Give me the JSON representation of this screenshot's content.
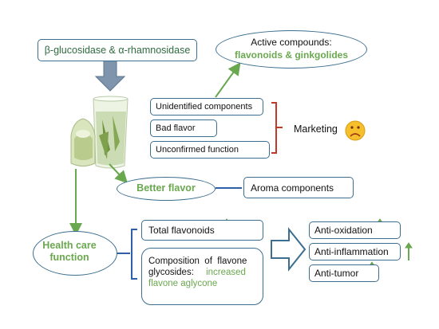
{
  "enzymes": "β-glucosidase & α-rhamnosidase",
  "active_compounds": {
    "line1": "Active compounds:",
    "line2": "flavonoids & ginkgolides"
  },
  "problems": [
    "Unidentified components",
    "Bad flavor",
    "Unconfirmed function"
  ],
  "marketing": "Marketing",
  "better_flavor": "Better flavor",
  "aroma": "Aroma components",
  "health_care": {
    "line1": "Health care",
    "line2": "function"
  },
  "total_flavonoids": "Total flavonoids",
  "composition": {
    "line1": "Composition  of  flavone",
    "line2a": "glycosides:",
    "line2b": "increased",
    "line3": "flavone aglycone"
  },
  "effects": [
    "Anti-oxidation",
    "Anti-inflammation",
    "Anti-tumor"
  ],
  "colors": {
    "border": "#3b6e8f",
    "green": "#6aa84f",
    "red_brace": "#c0392b",
    "blue_brace": "#2e5fa8",
    "down_arrow": "#7f95ad"
  }
}
